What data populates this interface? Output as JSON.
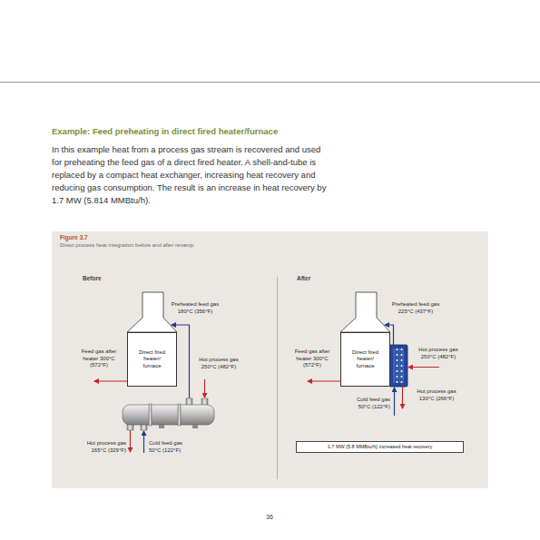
{
  "diagram": {
    "title": "Example: Feed preheating in direct fired heater/furnace",
    "caption": "Direct process heat integration before and after revamp.",
    "nodes": [
      {
        "text": [
          "Direct fired heater/ furnace"
        ]
      },
      {
        "text": [
          "Direct fired heater/ furnace"
        ]
      },
      {
        "text": [
          "1.7 MW (5.8 MMBtu/h) increased heat recovery"
        ]
      }
    ],
    "labels": [
      "In this example heat from a process gas stream is recovered and used for preheating the feed gas of a direct fired heater. A shell-and-tube is replaced by a compact heat exchanger, increasing heat recovery and reducing gas consumption. The result is an increase in heat recovery by 1.7 MW (5.814 MMBtu/h).",
      "Figure 3.7",
      "Before",
      "After",
      "Preheated feed gas 180°C (356°F)",
      "Feed gas after heater 300°C (572°F)",
      "Hot process gas 250°C (482°F)",
      "Hot process gas 165°C (329°F)",
      "Cold feed gas 50°C (122°F)",
      "Preheated feed gas 225°C (437°F)",
      "Feed gas after heater 300°C (572°F)",
      "Hot process gas 250°C (482°F)",
      "Hot process gas 130°C (266°F)",
      "Cold feed gas 50°C (122°F)",
      "36"
    ]
  }
}
